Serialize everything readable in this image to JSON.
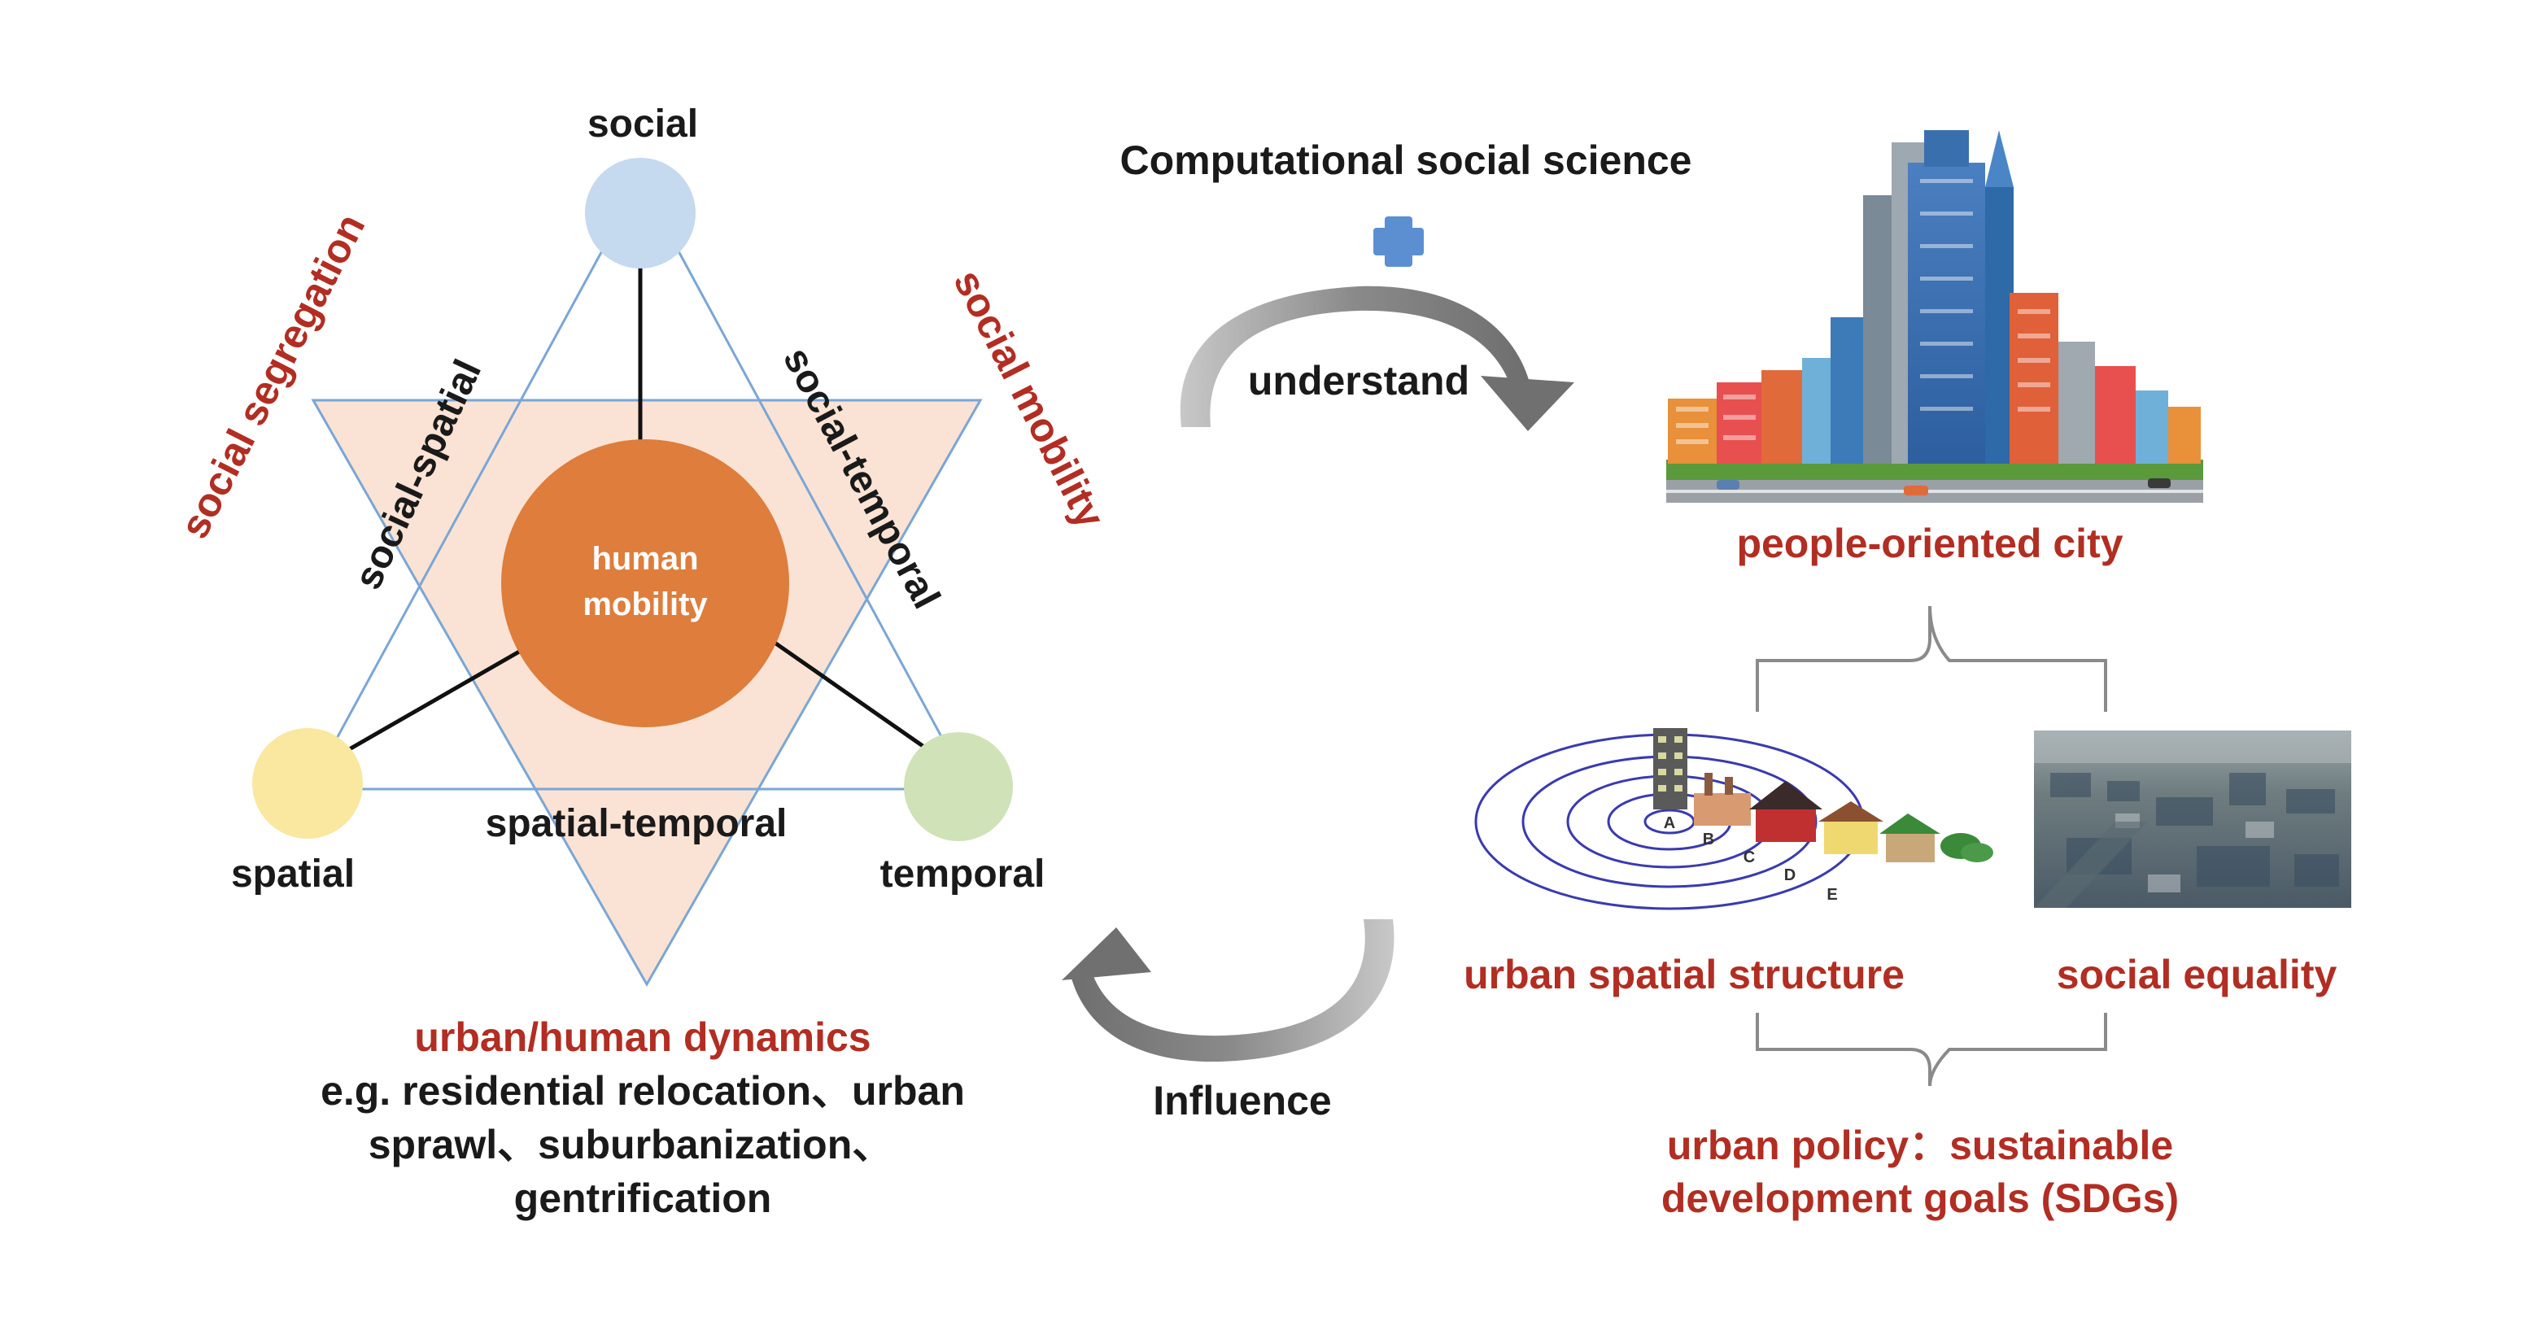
{
  "nodes": {
    "social": "social",
    "spatial": "spatial",
    "temporal": "temporal",
    "center_line1": "human",
    "center_line2": "mobility"
  },
  "edges": {
    "social_spatial": "social-spatial",
    "social_temporal": "social-temporal",
    "spatial_temporal": "spatial-temporal"
  },
  "side_labels": {
    "left": "social segregation",
    "right": "social mobility"
  },
  "dynamics": {
    "title": "urban/human dynamics",
    "line1": "e.g. residential relocation、urban",
    "line2": "sprawl、suburbanization、",
    "line3": "gentrification"
  },
  "flow": {
    "top_label": "Computational social science",
    "understand": "understand",
    "influence": "Influence"
  },
  "city": {
    "caption": "people-oriented city"
  },
  "zone_letters": [
    "A",
    "B",
    "C",
    "D",
    "E"
  ],
  "outcomes": {
    "spatial_structure": "urban spatial structure",
    "social_equality": "social equality"
  },
  "policy": {
    "line1": "urban policy：sustainable",
    "line2": "development goals (SDGs)"
  },
  "colors": {
    "triangle_fill": "#fae3d4",
    "triangle_stroke": "#7aa6d6",
    "center": "#de7d3c",
    "social_node": "#c5d9ef",
    "spatial_node": "#fae7a0",
    "temporal_node": "#cfe2b8",
    "accent_red": "#b22d22",
    "arrow_gray": "#808080",
    "plus_blue": "#5b8fd2"
  }
}
